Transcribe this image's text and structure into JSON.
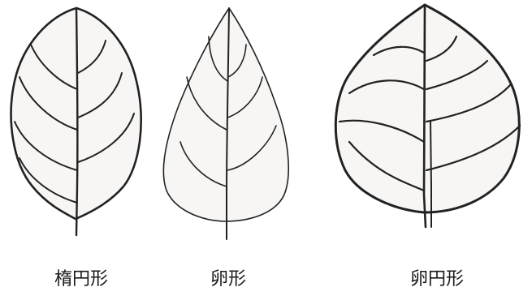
{
  "figures": [
    {
      "id": "elliptic",
      "caption": "楕円形"
    },
    {
      "id": "ovate",
      "caption": "卵形"
    },
    {
      "id": "oval",
      "caption": "卵円形"
    }
  ],
  "colors": {
    "line": "#222222",
    "leaf_fill": "#f7f6f4",
    "background": "#ffffff"
  }
}
